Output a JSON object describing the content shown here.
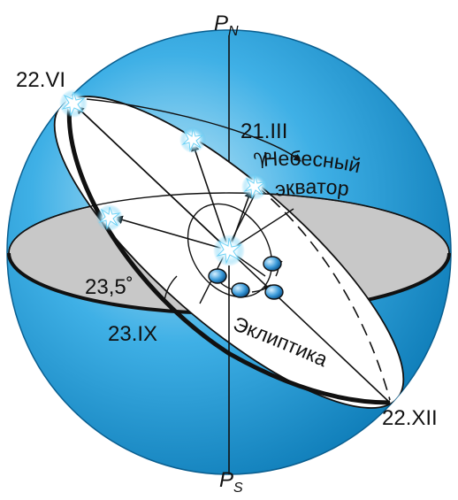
{
  "labels": {
    "north_pole": "P",
    "north_pole_sub": "N",
    "south_pole": "P",
    "south_pole_sub": "S",
    "summer_solstice": "22.VI",
    "vernal_equinox": "21.III",
    "aries_symbol": "♈",
    "celestial_equator_line1": "Небесный",
    "celestial_equator_line2": "экватор",
    "obliquity_angle": "23,5˚",
    "autumnal_equinox": "23.IX",
    "ecliptic": "Эклиптика",
    "winter_solstice": "22.XII"
  },
  "colors": {
    "sphere_light": "#bfe6f7",
    "sphere_mid": "#3fb0e6",
    "sphere_dark": "#0a78b4",
    "equator_plane": "#c8c8c8",
    "ecliptic_plane": "#ffffff",
    "earth_globe": "#3a9ad9",
    "star_fill": "#ffffff",
    "star_glow": "#3fc0f0",
    "line": "#111111"
  }
}
